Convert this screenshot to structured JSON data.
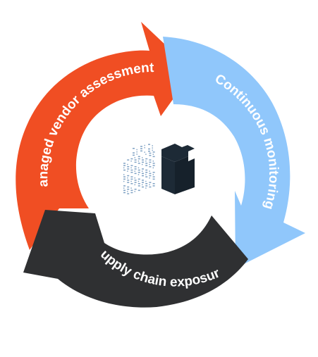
{
  "segments": {
    "vendor_assessments": {
      "label": "Managed vendor assessments",
      "color": "#f04e23"
    },
    "continuous_monitoring": {
      "label": "Continuous monitoring",
      "color": "#90c7fb"
    },
    "supply_chain": {
      "label": "Supply chain exposure",
      "color": "#2f3032"
    }
  },
  "logo": {
    "icon": "building-logo-icon",
    "dark_color": "#1d2a36",
    "digit_color": "#7fa2c4"
  }
}
